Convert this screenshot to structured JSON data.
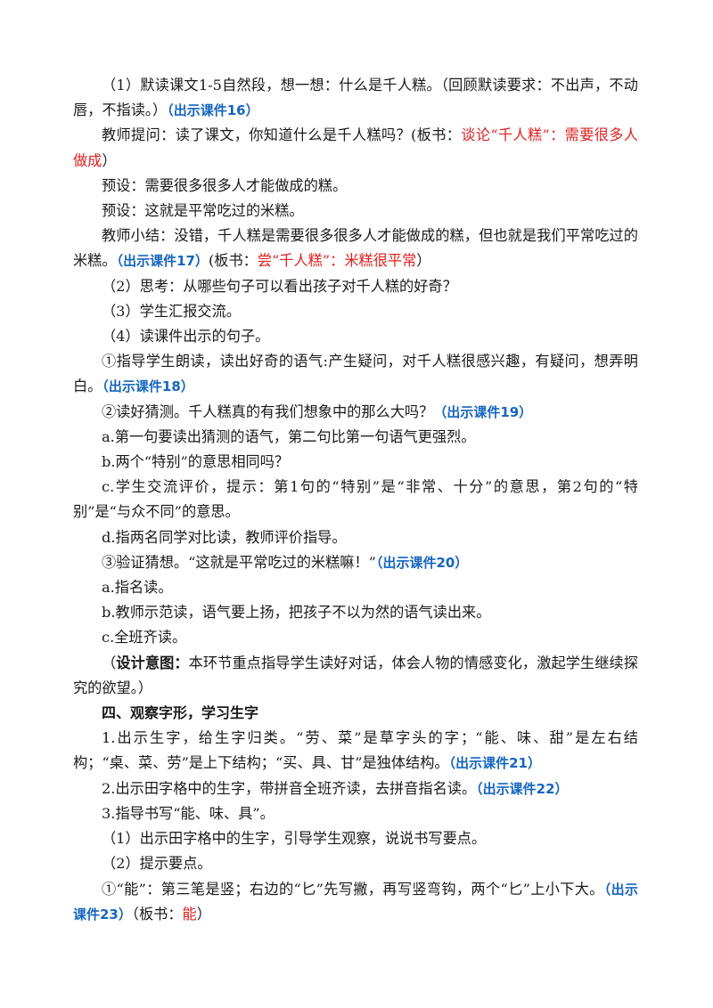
{
  "colors": {
    "ref_blue": "#1565c0",
    "board_red": "#e02020",
    "text": "#1a1a1a"
  },
  "paragraphs": [
    {
      "segments": [
        {
          "text": "（1）默读课文1-5自然段，想一想：什么是千人糕。（回顾默读要求：不出声，不动唇，不指读。）",
          "style": "normal"
        },
        {
          "text": "（出示课件16）",
          "style": "ref"
        }
      ]
    },
    {
      "segments": [
        {
          "text": "教师提问：读了课文，你知道什么是千人糕吗？(板书：",
          "style": "normal"
        },
        {
          "text": "谈论“千人糕”：需要很多人做成",
          "style": "red"
        },
        {
          "text": "）",
          "style": "normal"
        }
      ]
    },
    {
      "segments": [
        {
          "text": "预设：需要很多很多人才能做成的糕。",
          "style": "normal"
        }
      ]
    },
    {
      "segments": [
        {
          "text": "预设：这就是平常吃过的米糕。",
          "style": "normal"
        }
      ]
    },
    {
      "segments": [
        {
          "text": "教师小结：没错，千人糕是需要很多很多人才能做成的糕，但也就是我们平常吃过的米糕。",
          "style": "normal"
        },
        {
          "text": "（出示课件17）",
          "style": "ref"
        },
        {
          "text": "(板书：",
          "style": "normal"
        },
        {
          "text": "尝“千人糕”：米糕很平常",
          "style": "red"
        },
        {
          "text": "）",
          "style": "normal"
        }
      ]
    },
    {
      "segments": [
        {
          "text": "（2）思考：从哪些句子可以看出孩子对千人糕的好奇？",
          "style": "normal"
        }
      ]
    },
    {
      "segments": [
        {
          "text": "（3）学生汇报交流。",
          "style": "normal"
        }
      ]
    },
    {
      "segments": [
        {
          "text": "（4）读课件出示的句子。",
          "style": "normal"
        }
      ]
    },
    {
      "segments": [
        {
          "text": "①指导学生朗读，读出好奇的语气:产生疑问，对千人糕很感兴趣，有疑问，想弄明白。",
          "style": "normal"
        },
        {
          "text": "（出示课件18）",
          "style": "ref"
        }
      ]
    },
    {
      "segments": [
        {
          "text": "②读好猜测。千人糕真的有我们想象中的那么大吗？",
          "style": "normal"
        },
        {
          "text": "（出示课件19）",
          "style": "ref"
        }
      ]
    },
    {
      "segments": [
        {
          "text": "a.第一句要读出猜测的语气，第二句比第一句语气更强烈。",
          "style": "normal"
        }
      ]
    },
    {
      "segments": [
        {
          "text": "b.两个“特别”的意思相同吗？",
          "style": "normal"
        }
      ]
    },
    {
      "segments": [
        {
          "text": "c.学生交流评价，提示：第1句的“特别”是“非常、十分”的意思，第2句的“特别”是“与众不同”的意思。",
          "style": "normal"
        }
      ]
    },
    {
      "segments": [
        {
          "text": "d.指两名同学对比读，教师评价指导。",
          "style": "normal"
        }
      ]
    },
    {
      "segments": [
        {
          "text": "③验证猜想。“这就是平常吃过的米糕嘛！”",
          "style": "normal"
        },
        {
          "text": "（出示课件20）",
          "style": "ref"
        }
      ]
    },
    {
      "segments": [
        {
          "text": "a.指名读。",
          "style": "normal"
        }
      ]
    },
    {
      "segments": [
        {
          "text": "b.教师示范读，语气要上扬，把孩子不以为然的语气读出来。",
          "style": "normal"
        }
      ]
    },
    {
      "segments": [
        {
          "text": "c.全班齐读。",
          "style": "normal"
        }
      ]
    },
    {
      "segments": [
        {
          "text": "（",
          "style": "normal"
        },
        {
          "text": "设计意图：",
          "style": "bold"
        },
        {
          "text": "本环节重点指导学生读好对话，体会人物的情感变化，激起学生继续探究的欲望。）",
          "style": "normal"
        }
      ]
    },
    {
      "segments": [
        {
          "text": "四、观察字形，学习生字",
          "style": "heading"
        }
      ]
    },
    {
      "segments": [
        {
          "text": "1.出示生字，给生字归类。“劳、菜”是草字头的字；“能、味、甜”是左右结构；“桌、菜、劳”是上下结构；“买、具、甘”是独体结构。",
          "style": "normal"
        },
        {
          "text": "（出示课件21）",
          "style": "ref"
        }
      ]
    },
    {
      "segments": [
        {
          "text": "2.出示田字格中的生字，带拼音全班齐读，去拼音指名读。",
          "style": "normal"
        },
        {
          "text": "（出示课件22）",
          "style": "ref"
        }
      ]
    },
    {
      "segments": [
        {
          "text": "3.指导书写“能、味、具”。",
          "style": "normal"
        }
      ]
    },
    {
      "segments": [
        {
          "text": "（1）出示田字格中的生字，引导学生观察，说说书写要点。",
          "style": "normal"
        }
      ]
    },
    {
      "segments": [
        {
          "text": "（2）提示要点。",
          "style": "normal"
        }
      ]
    },
    {
      "segments": [
        {
          "text": "①“能”：第三笔是竖；右边的“匕”先写撇，再写竖弯钩，两个“匕”上小下大。",
          "style": "normal"
        },
        {
          "text": "（出示课件23）",
          "style": "ref"
        },
        {
          "text": "（板书：",
          "style": "normal"
        },
        {
          "text": "能",
          "style": "red"
        },
        {
          "text": "）",
          "style": "normal"
        }
      ]
    }
  ]
}
